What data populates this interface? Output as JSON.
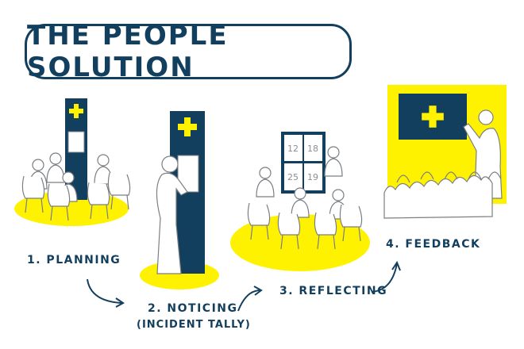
{
  "title": "THE PEOPLE SOLUTION",
  "steps": [
    {
      "label": "1. PLANNING"
    },
    {
      "label": "2. NOTICING",
      "sublabel": "(INCIDENT TALLY)"
    },
    {
      "label": "3. REFLECTING"
    },
    {
      "label": "4. FEEDBACK"
    }
  ],
  "board_numbers": [
    "12",
    "18",
    "25",
    "19"
  ],
  "colors": {
    "navy": "#123f5e",
    "yellow": "#fff200",
    "sketch": "#7a7f84"
  }
}
